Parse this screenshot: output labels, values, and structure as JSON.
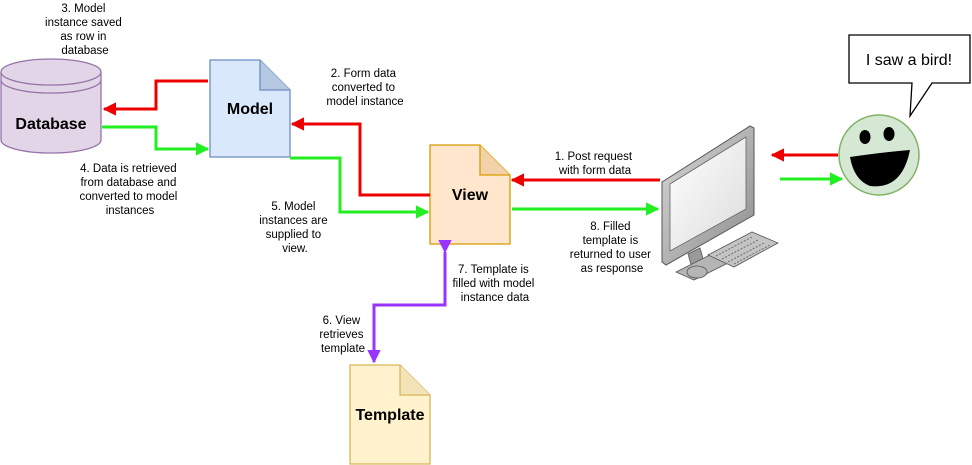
{
  "nodes": {
    "database": {
      "label": "Database"
    },
    "model": {
      "label": "Model"
    },
    "view": {
      "label": "View"
    },
    "template": {
      "label": "Template"
    }
  },
  "speech_bubble": {
    "text": "I saw a bird!"
  },
  "steps": {
    "s1": [
      "1. Post request",
      "with form data"
    ],
    "s2": [
      "2. Form data",
      "converted to",
      "model instance"
    ],
    "s3": [
      "3. Model",
      "instance saved",
      "as row in",
      "database"
    ],
    "s4": [
      "4. Data is retrieved",
      "from database and",
      "converted to model",
      "instances"
    ],
    "s5": [
      "5. Model",
      "instances are",
      "supplied to",
      "view."
    ],
    "s6": [
      "6. View",
      "retrieves",
      "template"
    ],
    "s7": [
      "7. Template is",
      "filled with model",
      "instance data"
    ],
    "s8": [
      "8. Filled",
      "template is",
      "returned to user",
      "as response"
    ]
  },
  "colors": {
    "request_arrow": "#ee0000",
    "response_arrow": "#22ee22",
    "template_arrow": "#9933ff",
    "database_fill": "#e1d5e7",
    "database_stroke": "#9673a6",
    "model_fill": "#dae8fc",
    "model_stroke": "#6c8ebf",
    "view_fill": "#ffe6cc",
    "view_stroke": "#d79b00",
    "template_fill": "#fff2cc",
    "template_stroke": "#d6b656",
    "face_fill": "#d5e8d4",
    "face_stroke": "#82b366"
  },
  "icons": {
    "computer": "desktop-computer-icon",
    "user": "smiley-face-icon"
  }
}
